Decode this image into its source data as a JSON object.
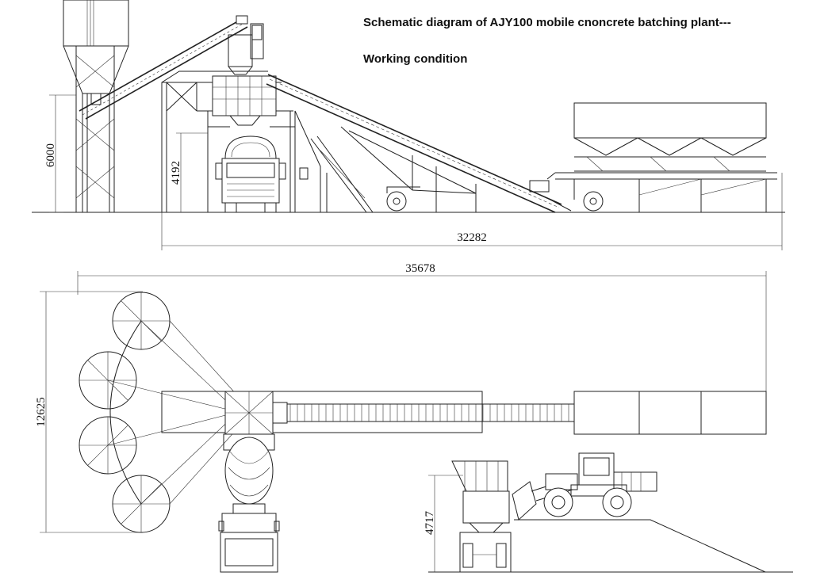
{
  "title": {
    "line1": "Schematic diagram of AJY100 mobile cnoncrete batching plant---",
    "line2": "Working condition"
  },
  "dimensions": {
    "silo_height": "6000",
    "mixer_height": "4192",
    "side_length": "32282",
    "plan_length": "35678",
    "plan_width": "12625",
    "hopper_height": "4717"
  }
}
